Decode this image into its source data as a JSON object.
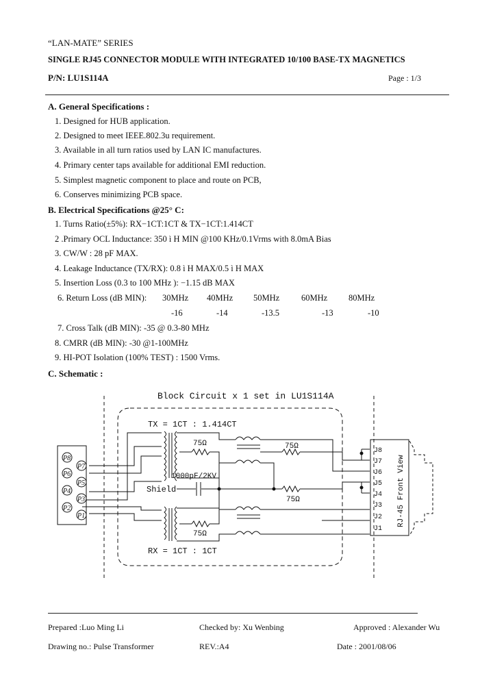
{
  "header": {
    "series": "“LAN-MATE” SERIES",
    "title": "SINGLE RJ45 CONNECTOR MODULE WITH INTEGRATED 10/100 BASE-TX MAGNETICS",
    "pn": "P/N: LU1S114A",
    "page": "Page : 1/3"
  },
  "general": {
    "heading": "A. General Specifications :",
    "items": [
      "1. Designed for HUB application.",
      "2. Designed to meet IEEE.802.3u requirement.",
      "3. Available in all turn ratios used by LAN IC manufactures.",
      "4. Primary center taps available for additional EMI reduction.",
      "5. Simplest magnetic component to place and route on PCB,",
      "6. Conserves minimizing PCB space."
    ]
  },
  "electrical": {
    "heading": "B. Electrical Specifications @25° C:",
    "items": [
      "1. Turns Ratio(±5%): RX−1CT:1CT & TX−1CT:1.414CT",
      "2 .Primary OCL Inductance: 350 ì H MIN @100 KHz/0.1Vrms with 8.0mA Bias",
      "3. CW/W : 28 pF MAX.",
      "4. Leakage Inductance (TX/RX): 0.8 ì H MAX/0.5 ì H MAX",
      "5. Insertion Loss (0.3 to 100 MHz ): −1.15 dB MAX"
    ],
    "return_loss": {
      "label": "6. Return  Loss  (dB  MIN):",
      "freqs": [
        "30MHz",
        "40MHz",
        "50MHz",
        "60MHz",
        "80MHz"
      ],
      "values": [
        "-16",
        "-14",
        "-13.5",
        "-13",
        "-10"
      ]
    },
    "items2": [
      "7. Cross Talk (dB MIN): -35 @ 0.3-80 MHz",
      "8. CMRR (dB MIN): -30 @1-100MHz",
      "9. HI-POT Isolation (100% TEST) : 1500 Vrms."
    ]
  },
  "schematic": {
    "heading": "C. Schematic :",
    "block_title": "Block Circuit  x 1 set in LU1S114A",
    "tx_ratio": "TX = 1CT : 1.414CT",
    "rx_ratio": "RX = 1CT : 1CT",
    "r_top": "75Ω",
    "r_mid1": "75Ω",
    "r_mid2": "75Ω",
    "r_bot": "75Ω",
    "cap": "1000pF/2KV",
    "shield": "Shield",
    "front_view": "RJ-45 Front View",
    "pins_left": [
      "P8",
      "P7",
      "P6",
      "P5",
      "P4",
      "P3",
      "P2",
      "P1"
    ],
    "pins_right": [
      "J8",
      "J7",
      "J6",
      "J5",
      "J4",
      "J3",
      "J2",
      "J1"
    ]
  },
  "footer": {
    "prepared": "Prepared :Luo Ming Li",
    "checked": "Checked  by:  Xu  Wenbing",
    "approved": "Approved : Alexander Wu",
    "drawing": "Drawing  no.:  Pulse  Transformer",
    "rev": "REV.:A4",
    "date": "Date : 2001/08/06"
  }
}
